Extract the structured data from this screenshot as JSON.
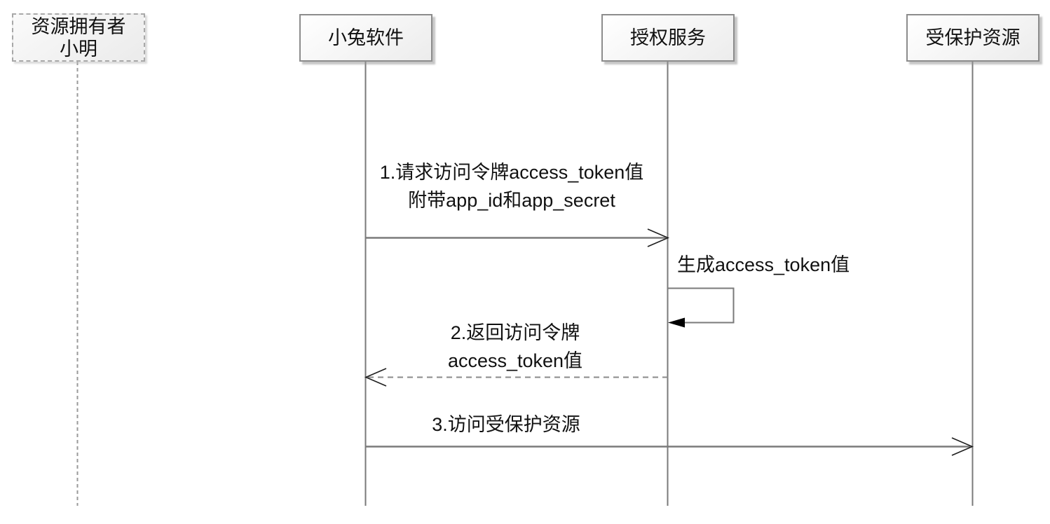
{
  "diagram": {
    "kind": "uml-sequence-diagram",
    "topic": "OAuth access_token flow",
    "colors": {
      "background": "#ffffff",
      "lifeline_solid": "#7a7a7a",
      "lifeline_dashed": "#9a9a9a",
      "message_line": "#7a7a7a",
      "message_dashed": "#8a8a8a",
      "arrowhead_open": "#1f1f1f",
      "arrowhead_filled": "#000000",
      "box_border": "#8c8c8c",
      "box_border_dashed": "#a8a8a8",
      "box_fill_top": "#ffffff",
      "box_fill_bottom": "#ececec",
      "text": "#111111"
    }
  },
  "participants": [
    {
      "id": "resource-owner",
      "label_line1": "资源拥有者",
      "label_line2": "小明",
      "box_style": "dashed",
      "lifeline_style": "dashed"
    },
    {
      "id": "rabbit-app",
      "label": "小兔软件",
      "box_style": "solid",
      "lifeline_style": "solid"
    },
    {
      "id": "auth-service",
      "label": "授权服务",
      "box_style": "solid",
      "lifeline_style": "solid"
    },
    {
      "id": "protected-resource",
      "label": "受保护资源",
      "box_style": "solid",
      "lifeline_style": "solid"
    }
  ],
  "messages": [
    {
      "seq": "1",
      "from": "小兔软件",
      "to": "授权服务",
      "line1": "1.请求访问令牌access_token值",
      "line2": "附带app_id和app_secret",
      "style": "solid-line-open-arrow-right"
    },
    {
      "seq": "",
      "from": "授权服务",
      "to": "授权服务",
      "line1": "生成access_token值",
      "style": "self-loop-filled-arrow-left"
    },
    {
      "seq": "2",
      "from": "授权服务",
      "to": "小兔软件",
      "line1": "2.返回访问令牌",
      "line2": "access_token值",
      "style": "dashed-line-open-arrow-left"
    },
    {
      "seq": "3",
      "from": "小兔软件",
      "to": "受保护资源",
      "line1": "3.访问受保护资源",
      "style": "solid-line-open-arrow-right"
    }
  ]
}
